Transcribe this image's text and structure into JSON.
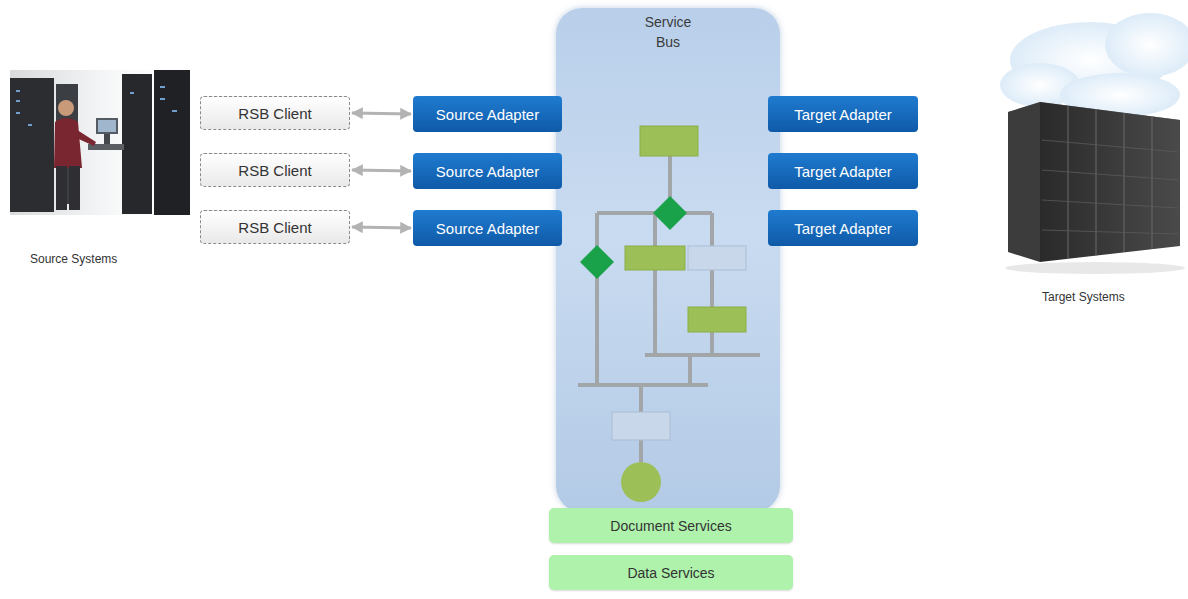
{
  "diagram": {
    "nodes": [
      {
        "text": [
          "Service Bus"
        ]
      },
      {
        "text": [
          "RSB Client"
        ]
      },
      {
        "text": [
          "RSB Client"
        ]
      },
      {
        "text": [
          "RSB Client"
        ]
      },
      {
        "text": [
          "Source Adapter"
        ]
      },
      {
        "text": [
          "Source Adapter"
        ]
      },
      {
        "text": [
          "Source Adapter"
        ]
      },
      {
        "text": [
          "Target Adapter"
        ]
      },
      {
        "text": [
          "Target Adapter"
        ]
      },
      {
        "text": [
          "Target Adapter"
        ]
      },
      {
        "text": [
          "Document Services"
        ]
      },
      {
        "text": [
          "Data Services"
        ]
      }
    ],
    "edges": [
      {
        "from": 1,
        "to": 4,
        "arrow": "both"
      },
      {
        "from": 2,
        "to": 5,
        "arrow": "both"
      },
      {
        "from": 3,
        "to": 6,
        "arrow": "both"
      }
    ],
    "labels": [
      "Source Systems",
      "Target Systems"
    ]
  }
}
